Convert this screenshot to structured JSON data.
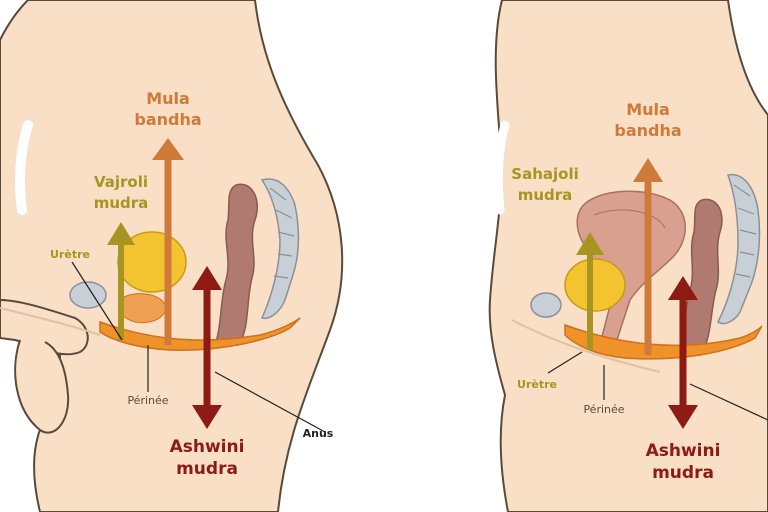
{
  "colors": {
    "skin": "#f8dfc6",
    "skin_line": "#e0c2a4",
    "outline": "#5a4a3a",
    "bladder": "#f4c430",
    "floor": "#f0922a",
    "rectum": "#b07a70",
    "spine": "#c9cfd6",
    "mula": "#d07a3a",
    "vajroli": "#a89420",
    "ashwini": "#8e1a14",
    "uterus": "#d9a090"
  },
  "left_panel": {
    "mula_bandha_line1": "Mula",
    "mula_bandha_line2": "bandha",
    "vajroli_line1": "Vajroli",
    "vajroli_line2": "mudra",
    "uretre": "Urètre",
    "perinee": "Périnée",
    "anus": "Anus",
    "ashwini_line1": "Ashwini",
    "ashwini_line2": "mudra"
  },
  "right_panel": {
    "mula_bandha_line1": "Mula",
    "mula_bandha_line2": "bandha",
    "sahajoli_line1": "Sahajoli",
    "sahajoli_line2": "mudra",
    "uretre": "Urètre",
    "perinee": "Périnée",
    "ashwini_line1": "Ashwini",
    "ashwini_line2": "mudra"
  }
}
